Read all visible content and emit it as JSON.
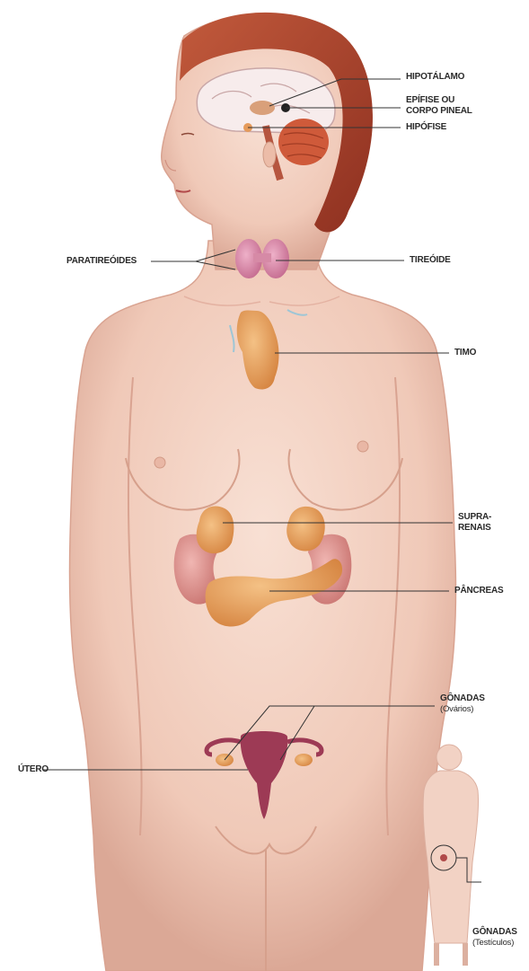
{
  "colors": {
    "background": "#ffffff",
    "skin": "#f2d0c2",
    "skin_shadow": "#dba896",
    "hair": "#b3452f",
    "gland_orange": "#e7a15e",
    "thyroid_pink": "#d98aa8",
    "uterus": "#9d3a55",
    "leader_line": "#333333"
  },
  "labels": {
    "hipotalamo": "HIPOTÁLAMO",
    "epifise_line1": "EPÍFISE OU",
    "epifise_line2": "CORPO PINEAL",
    "hipofise": "HIPÓFISE",
    "paratireoides": "PARATIREÓIDES",
    "tireoide": "TIREÓIDE",
    "timo": "TIMO",
    "suprarenais_line1": "SUPRA-",
    "suprarenais_line2": "RENAIS",
    "pancreas": "PÂNCREAS",
    "gonadas_ovarios": "GÔNADAS",
    "ovarios": "(Ovários)",
    "utero": "ÚTERO",
    "gonadas_testiculos": "GÔNADAS",
    "testiculos": "(Testículos)"
  }
}
